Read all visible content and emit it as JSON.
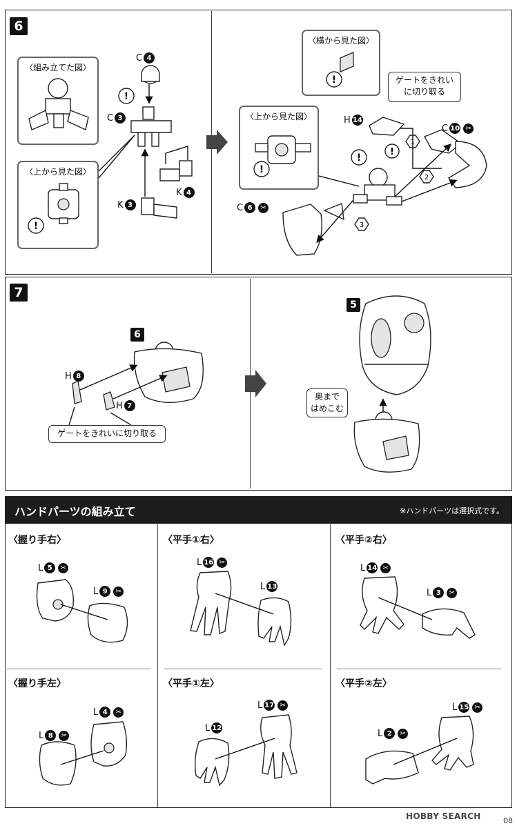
{
  "step6": {
    "number": "6",
    "assembled_title": "〈組み立てた図〉",
    "top_view_title_left": "〈上から見た図〉",
    "side_view_title": "〈横から見た図〉",
    "top_view_title_right": "〈上から見た図〉",
    "gate_note": "ゲートをきれい\nに切り取る",
    "labels": {
      "c4": {
        "letter": "C",
        "num": "4"
      },
      "c3": {
        "letter": "C",
        "num": "3"
      },
      "k4": {
        "letter": "K",
        "num": "4"
      },
      "k3": {
        "letter": "K",
        "num": "3"
      },
      "h14": {
        "letter": "H",
        "num": "14"
      },
      "c10": {
        "letter": "C",
        "num": "10"
      },
      "c6": {
        "letter": "C",
        "num": "6"
      }
    },
    "order_marks": [
      "1",
      "2",
      "3"
    ]
  },
  "step7": {
    "number": "7",
    "ref_part": "6",
    "ref_part_right": "5",
    "h8": {
      "letter": "H",
      "num": "8"
    },
    "h7": {
      "letter": "H",
      "num": "7"
    },
    "gate_note": "ゲートをきれいに切り取る",
    "push_note": "奥まで\nはめこむ"
  },
  "hands": {
    "title": "ハンドパーツの組み立て",
    "note": "※ハンドパーツは選択式です。",
    "sections": [
      {
        "title": "〈握り手右〉",
        "a": {
          "letter": "L",
          "num": "5"
        },
        "b": {
          "letter": "L",
          "num": "9"
        }
      },
      {
        "title": "〈平手①右〉",
        "a": {
          "letter": "L",
          "num": "16"
        },
        "b": {
          "letter": "L",
          "num": "13"
        }
      },
      {
        "title": "〈平手②右〉",
        "a": {
          "letter": "L",
          "num": "14"
        },
        "b": {
          "letter": "L",
          "num": "3"
        }
      },
      {
        "title": "〈握り手左〉",
        "a": {
          "letter": "L",
          "num": "4"
        },
        "b": {
          "letter": "L",
          "num": "8"
        }
      },
      {
        "title": "〈平手①左〉",
        "a": {
          "letter": "L",
          "num": "17"
        },
        "b": {
          "letter": "L",
          "num": "12"
        }
      },
      {
        "title": "〈平手②左〉",
        "a": {
          "letter": "L",
          "num": "15"
        },
        "b": {
          "letter": "L",
          "num": "2"
        }
      }
    ]
  },
  "footer": {
    "watermark": "HOBBY SEARCH",
    "page": "08"
  }
}
